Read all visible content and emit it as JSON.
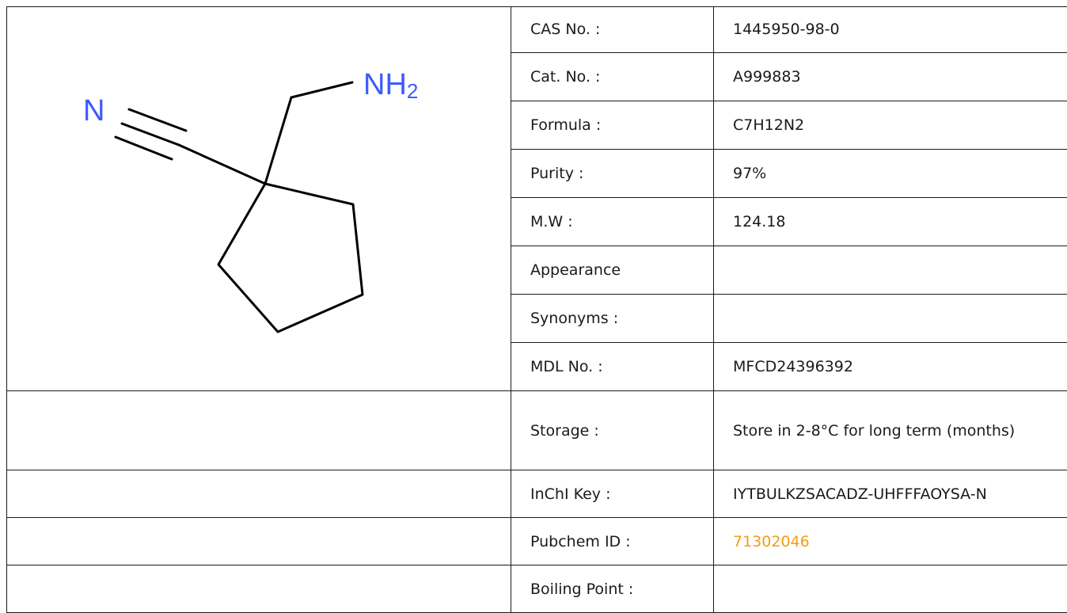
{
  "structure": {
    "nitrile_n": "N",
    "amine_nh": "NH",
    "amine_sub": "2",
    "bond_color": "#000000",
    "hetero_color": "#3b5bff"
  },
  "rows": [
    {
      "label": "CAS No. :",
      "value": "1445950-98-0"
    },
    {
      "label": "Cat. No. :",
      "value": "A999883"
    },
    {
      "label": "Formula :",
      "value": "C7H12N2"
    },
    {
      "label": "Purity :",
      "value": "97%"
    },
    {
      "label": "M.W :",
      "value": "124.18"
    },
    {
      "label": "Appearance",
      "value": ""
    },
    {
      "label": "Synonyms :",
      "value": ""
    },
    {
      "label": "MDL No. :",
      "value": "MFCD24396392"
    },
    {
      "label": "Storage :",
      "value": "Store in 2-8°C for long term (months)"
    },
    {
      "label": "InChI Key :",
      "value": "IYTBULKZSACADZ-UHFFFAOYSA-N"
    },
    {
      "label": "Pubchem ID :",
      "value": "71302046",
      "link_color": "#f39c12"
    },
    {
      "label": "Boiling Point :",
      "value": ""
    }
  ]
}
